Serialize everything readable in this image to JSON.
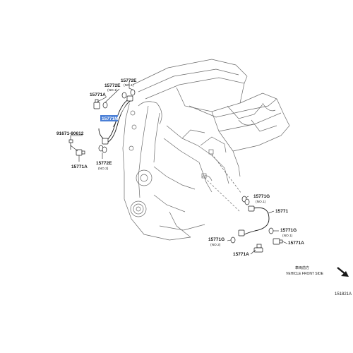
{
  "labels": {
    "l1": "15771A",
    "l2": "15772E",
    "l2_sub": "(NO.1)",
    "l3": "15772E",
    "l3_sub": "(NO.1)",
    "l4": "15771M",
    "l5": "91671-80612",
    "l6": "15771A",
    "l7": "15772E",
    "l7_sub": "(NO.2)",
    "l8": "15771G",
    "l8_sub": "(NO.1)",
    "l9": "15771",
    "l10": "15771G",
    "l10_sub": "(NO.2)",
    "l11": "15771G",
    "l11_sub": "(NO.1)",
    "l12": "15771A",
    "l13": "15771A"
  },
  "direction": {
    "japanese": "車両前方",
    "english": "VEHICLE FRONT SIDE"
  },
  "figure_code": "151821A",
  "colors": {
    "highlight": "#4a7fd6",
    "line": "#1a1a1a",
    "engine": "#6a6a6a"
  },
  "icons": {
    "direction_arrow": "arrow-down-right-icon"
  }
}
